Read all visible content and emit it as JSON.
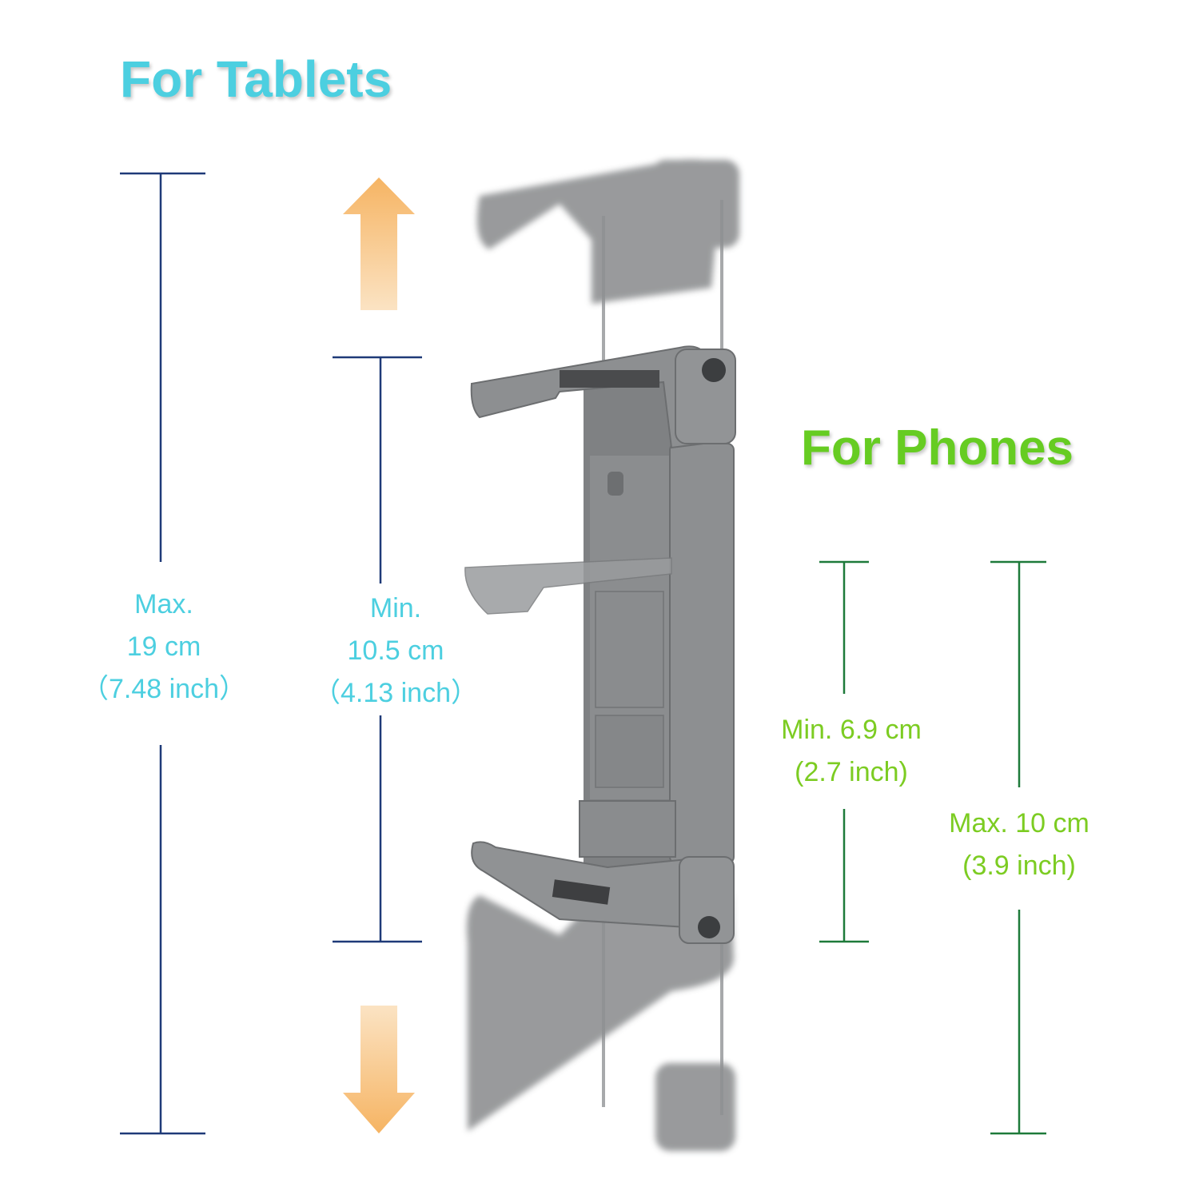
{
  "tablets": {
    "heading": "For Tablets",
    "max": {
      "line1": "Max.",
      "line2": "19 cm",
      "line3": "（7.48 inch）"
    },
    "min": {
      "line1": "Min.",
      "line2": "10.5 cm",
      "line3": "（4.13 inch）"
    }
  },
  "phones": {
    "heading": "For Phones",
    "min": {
      "line1": "Min. 6.9 cm",
      "line2": "(2.7 inch)"
    },
    "max": {
      "line1": "Max. 10 cm",
      "line2": "(3.9 inch)"
    }
  },
  "colors": {
    "tablet_accent": "#4ccfe0",
    "phone_accent": "#66cc22",
    "tablet_line": "#1f3a78",
    "phone_line": "#1e7a3a",
    "arrow": "#f7b96a",
    "holder_gray": "#8a8c8e"
  },
  "icons": [
    "arrow-up-icon",
    "arrow-down-icon"
  ]
}
